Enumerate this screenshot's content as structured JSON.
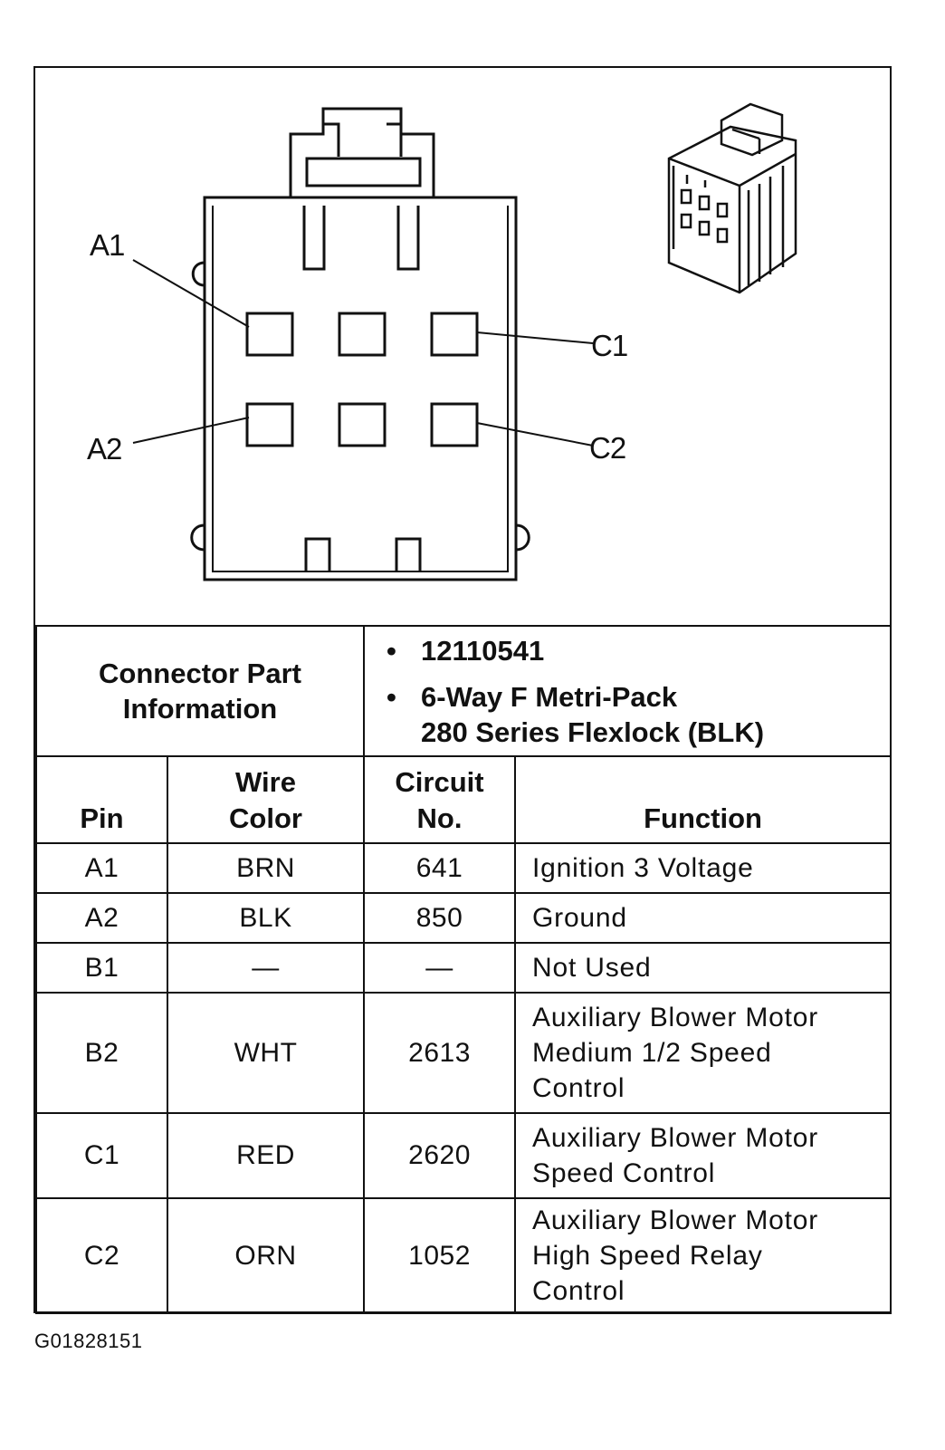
{
  "diagram": {
    "pin_labels": {
      "a1": "A1",
      "a2": "A2",
      "c1": "C1",
      "c2": "C2"
    }
  },
  "connector_part_information": {
    "title_line1": "Connector Part",
    "title_line2": "Information",
    "bullet": "•",
    "part_number": "12110541",
    "description_line1": "6-Way F Metri-Pack",
    "description_line2": "280 Series Flexlock (BLK)"
  },
  "table": {
    "headers": {
      "pin": "Pin",
      "wire_color_line1": "Wire",
      "wire_color_line2": "Color",
      "circuit_line1": "Circuit",
      "circuit_line2": "No.",
      "function": "Function"
    },
    "rows": [
      {
        "pin": "A1",
        "wire_color": "BRN",
        "circuit": "641",
        "function": [
          "Ignition 3 Voltage"
        ]
      },
      {
        "pin": "A2",
        "wire_color": "BLK",
        "circuit": "850",
        "function": [
          "Ground"
        ]
      },
      {
        "pin": "B1",
        "wire_color": "—",
        "circuit": "—",
        "function": [
          "Not Used"
        ]
      },
      {
        "pin": "B2",
        "wire_color": "WHT",
        "circuit": "2613",
        "function": [
          "Auxiliary Blower Motor",
          "Medium 1/2 Speed",
          "Control"
        ]
      },
      {
        "pin": "C1",
        "wire_color": "RED",
        "circuit": "2620",
        "function": [
          "Auxiliary Blower Motor",
          "Speed Control"
        ]
      },
      {
        "pin": "C2",
        "wire_color": "ORN",
        "circuit": "1052",
        "function": [
          "Auxiliary Blower Motor",
          "High Speed Relay",
          "Control"
        ]
      }
    ]
  },
  "figure_id": "G01828151"
}
